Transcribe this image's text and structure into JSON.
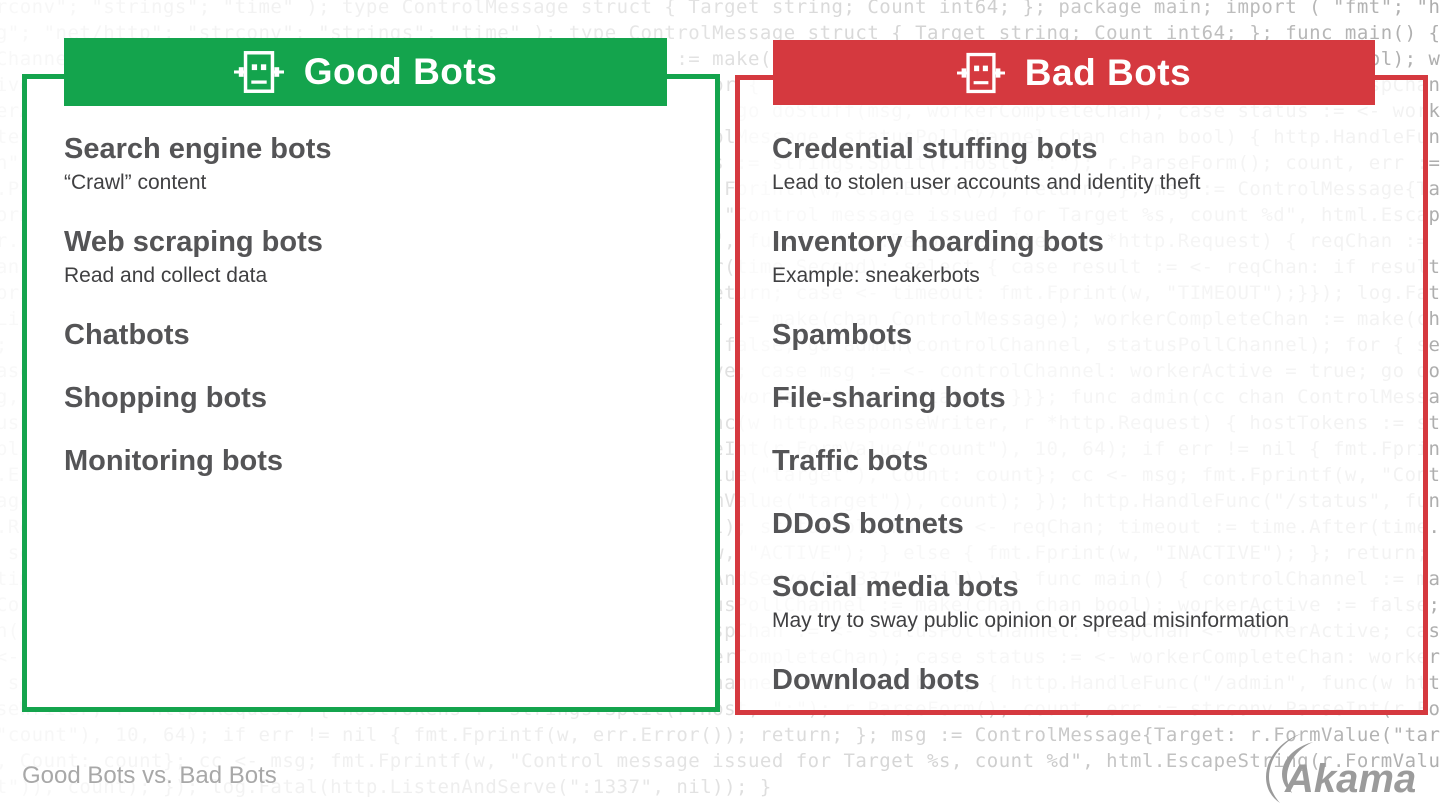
{
  "background": {
    "code": "\"strconv\"; \"strings\"; \"time\" ); type ControlMessage struct { Target string; Count int64; }; package main; import ( \"fmt\"; \"html\"; \"log\"; \"net/http\"; \"strconv\"; \"strings\"; \"time\" ); type ControlMessage struct { Target string; Count int64; }; func main() { controlChannel := make(chan ControlMessage); workerCompleteChan := make(chan bool); statusPollChannel := make(chan chan bool); workerActive := false; go admin(controlChannel, statusPollChannel); for { select { case respChan := <- statusPollChannel: respChan <- workerActive; case msg := <- controlChannel: workerActive = true; go doStuff(msg, workerCompleteChan); case status := <- workerCompleteChan: workerActive = status; }}}; func admin(cc chan ControlMessage, statusPollChannel chan chan bool) { http.HandleFunc(\"/admin\", func(w http.ResponseWriter, r *http.Request) { hostTokens := strings.Split(r.Host, \":\"); r.ParseForm(); count, err := strconv.ParseInt(r.FormValue(\"count\"), 10, 64); if err != nil { fmt.Fprintf(w, err.Error()); return; }; msg := ControlMessage{Target: r.FormValue(\"target\"), Count: count}; cc <- msg; fmt.Fprintf(w, \"Control message issued for Target %s, count %d\", html.EscapeString(r.FormValue(\"target\")), count); }); http.HandleFunc(\"/status\", func(w http.ResponseWriter, r *http.Request) { reqChan := make(chan bool); statusPollChannel <- reqChan; timeout := time.After(time.Second); select { case result := <- reqChan: if result { fmt.Fprint(w, \"ACTIVE\"); } else { fmt.Fprint(w, \"INACTIVE\"); }; return; case <- timeout: fmt.Fprint(w, \"TIMEOUT\");}}); log.Fatal(http.ListenAndServe(\":1337\", nil)); } func main() { controlChannel := make(chan ControlMessage); workerCompleteChan := make(chan bool); statusPollChannel := make(chan chan bool); workerActive := false; go admin(controlChannel, statusPollChannel); for { select { case respChan := <- statusPollChannel: respChan <- workerActive; case msg := <- controlChannel: workerActive = true; go doStuff(msg, workerCompleteChan); case status := <- workerCompleteChan: workerActive = status; }}}; func admin(cc chan ControlMessage, statusPollChannel chan chan bool) { http.HandleFunc(\"/admin\", func(w http.ResponseWriter, r *http.Request) { hostTokens := strings.Split(r.Host, \":\"); r.ParseForm(); count, err := strconv.ParseInt(r.FormValue(\"count\"), 10, 64); if err != nil { fmt.Fprintf(w, err.Error()); return; }; msg := ControlMessage{Target: r.FormValue(\"target\"), Count: count}; cc <- msg; fmt.Fprintf(w, \"Control message issued for Target %s, count %d\", html.EscapeString(r.FormValue(\"target\")), count); }); http.HandleFunc(\"/status\", func(w http.ResponseWriter, r *http.Request) { reqChan := make(chan bool); statusPollChannel <- reqChan; timeout := time.After(time.Second); select { case result := <- reqChan: if result { fmt.Fprint(w, \"ACTIVE\"); } else { fmt.Fprint(w, \"INACTIVE\"); }; return; case <- timeout: fmt.Fprint(w, \"TIMEOUT\");}}); log.Fatal(http.ListenAndServe(\":1337\", nil)); } func main() { controlChannel := make(chan ControlMessage); workerCompleteChan := make(chan bool); statusPollChannel := make(chan chan bool); workerActive := false; go admin(controlChannel, statusPollChannel); for { select { case respChan := <- statusPollChannel: respChan <- workerActive; case msg := <- controlChannel: workerActive = true; go doStuff(msg, workerCompleteChan); case status := <- workerCompleteChan: workerActive = status; }}}; func admin(cc chan ControlMessage, statusPollChannel chan chan bool) { http.HandleFunc(\"/admin\", func(w http.ResponseWriter, r *http.Request) { hostTokens := strings.Split(r.Host, \":\"); r.ParseForm(); count, err := strconv.ParseInt(r.FormValue(\"count\"), 10, 64); if err != nil { fmt.Fprintf(w, err.Error()); return; }; msg := ControlMessage{Target: r.FormValue(\"target\"), Count: count}; cc <- msg; fmt.Fprintf(w, \"Control message issued for Target %s, count %d\", html.EscapeString(r.FormValue(\"target\")), count); }); log.Fatal(http.ListenAndServe(\":1337\", nil)); }"
  },
  "panels": {
    "good": {
      "title": "Good Bots",
      "accent": "#14a44d",
      "items": [
        {
          "label": "Search engine bots",
          "sub": "“Crawl” content"
        },
        {
          "label": "Web scraping bots",
          "sub": "Read and collect data"
        },
        {
          "label": "Chatbots"
        },
        {
          "label": "Shopping bots"
        },
        {
          "label": "Monitoring bots"
        }
      ]
    },
    "bad": {
      "title": "Bad Bots",
      "accent": "#d5393f",
      "items": [
        {
          "label": "Credential stuffing bots",
          "sub": "Lead to stolen user accounts and identity theft"
        },
        {
          "label": "Inventory hoarding bots",
          "sub": "Example: sneakerbots"
        },
        {
          "label": "Spambots"
        },
        {
          "label": "File-sharing bots"
        },
        {
          "label": "Traffic bots"
        },
        {
          "label": "DDoS botnets"
        },
        {
          "label": "Social media bots",
          "sub": "May try to sway public opinion or spread misinformation"
        },
        {
          "label": "Download bots"
        }
      ]
    }
  },
  "footer": {
    "caption": "Good Bots vs. Bad Bots",
    "logo_text": "Akamai"
  },
  "colors": {
    "good_accent": "#14a44d",
    "bad_accent": "#d5393f",
    "heading_text": "#545456",
    "body_text": "#404042",
    "caption_gray": "#a8a8a8",
    "logo_gray": "#9b9b9b",
    "code_gray": "#a9a9a9"
  }
}
